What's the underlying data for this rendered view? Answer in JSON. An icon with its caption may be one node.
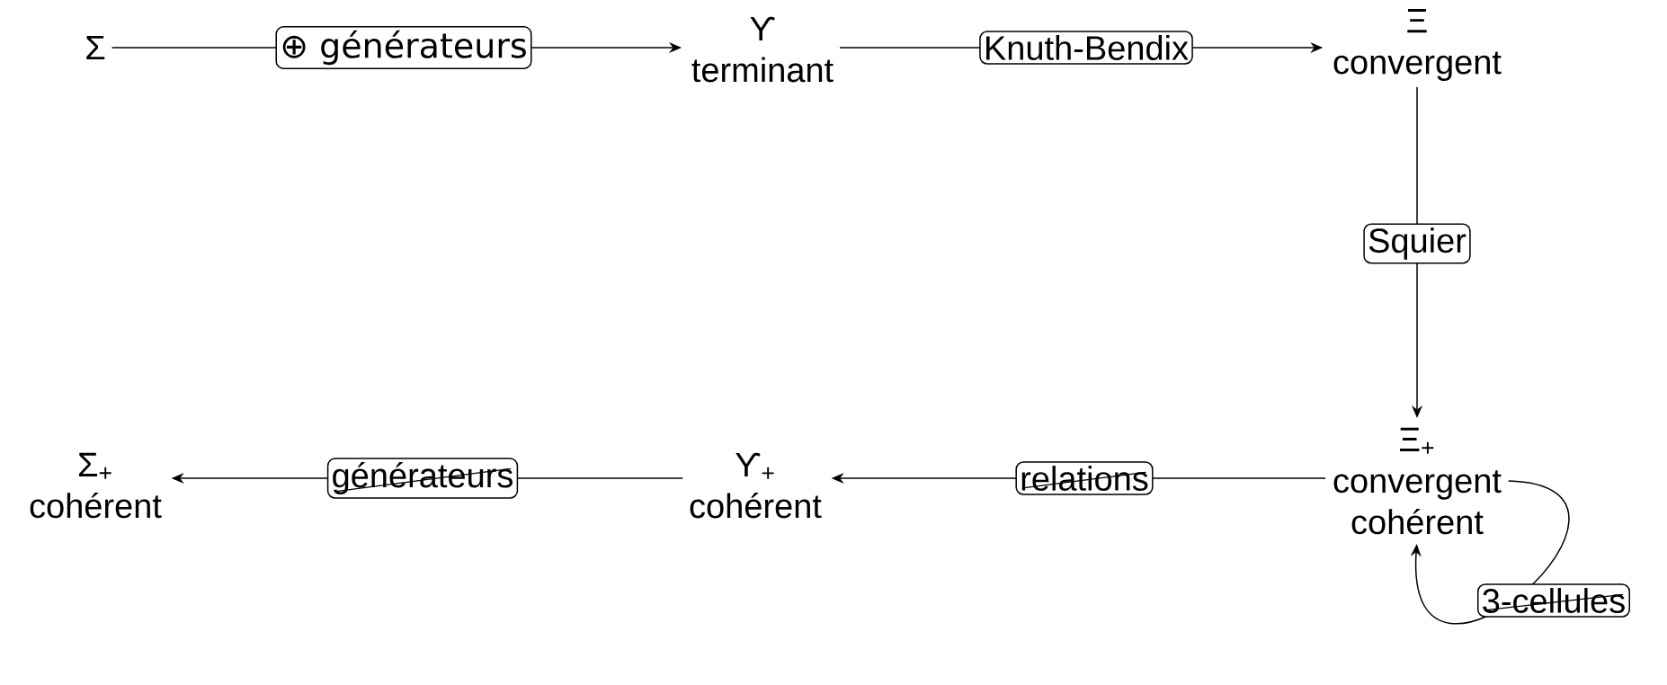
{
  "diagram": {
    "nodes": [
      {
        "text": [
          "Σ"
        ]
      },
      {
        "text": [
          "ϒ",
          "terminant"
        ]
      },
      {
        "text": [
          "Ξ",
          "convergent"
        ]
      },
      {
        "text": [
          "Ξ$_{+}$",
          "convergent cohérent"
        ]
      },
      {
        "text": [
          "ϒ$_{+}$",
          "cohérent"
        ]
      },
      {
        "text": [
          "Σ$_{+}$",
          "cohérent"
        ]
      }
    ],
    "edges": [
      {
        "from": 0,
        "to": 1,
        "arrow": "to",
        "label": "⊕ générateurs"
      },
      {
        "from": 1,
        "to": 2,
        "arrow": "to",
        "label": "Knuth-Bendix"
      },
      {
        "from": 2,
        "to": 3,
        "arrow": "to",
        "label": "Squier"
      },
      {
        "from": 3,
        "to": 4,
        "arrow": "to",
        "label": "relations"
      },
      {
        "from": 4,
        "to": 5,
        "arrow": "to",
        "label": "générateurs"
      },
      {
        "from": 3,
        "to": 3,
        "arrow": "to",
        "label": "3-cellules"
      }
    ]
  }
}
